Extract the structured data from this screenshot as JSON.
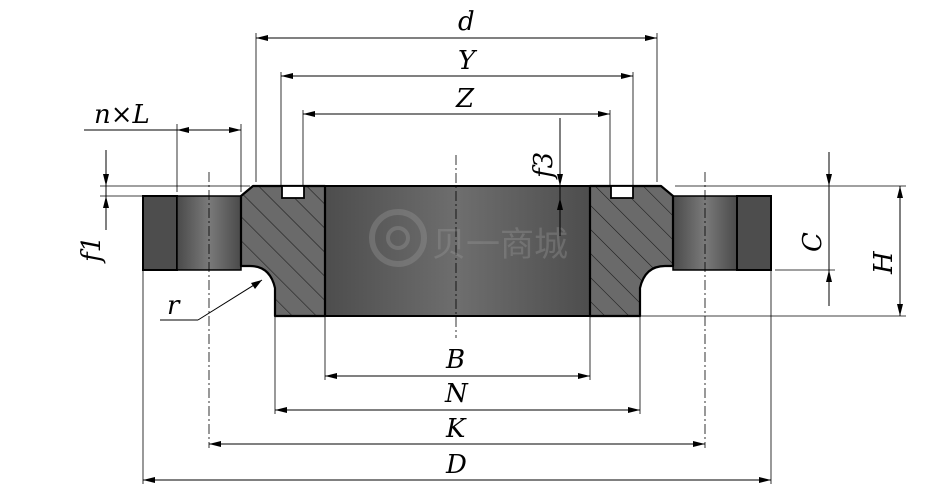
{
  "drawing": {
    "labels": {
      "d": "d",
      "Y": "Y",
      "Z": "Z",
      "nxL": "n×L",
      "f3": "f3",
      "f1": "f1",
      "C": "C",
      "H": "H",
      "r": "r",
      "B": "B",
      "N": "N",
      "K": "K",
      "D": "D"
    },
    "watermark": "贝一商城",
    "colors": {
      "body": "#5c5c5c",
      "section": "#6a6a6a",
      "dark": "#4a4a4a",
      "line": "#000000"
    }
  }
}
